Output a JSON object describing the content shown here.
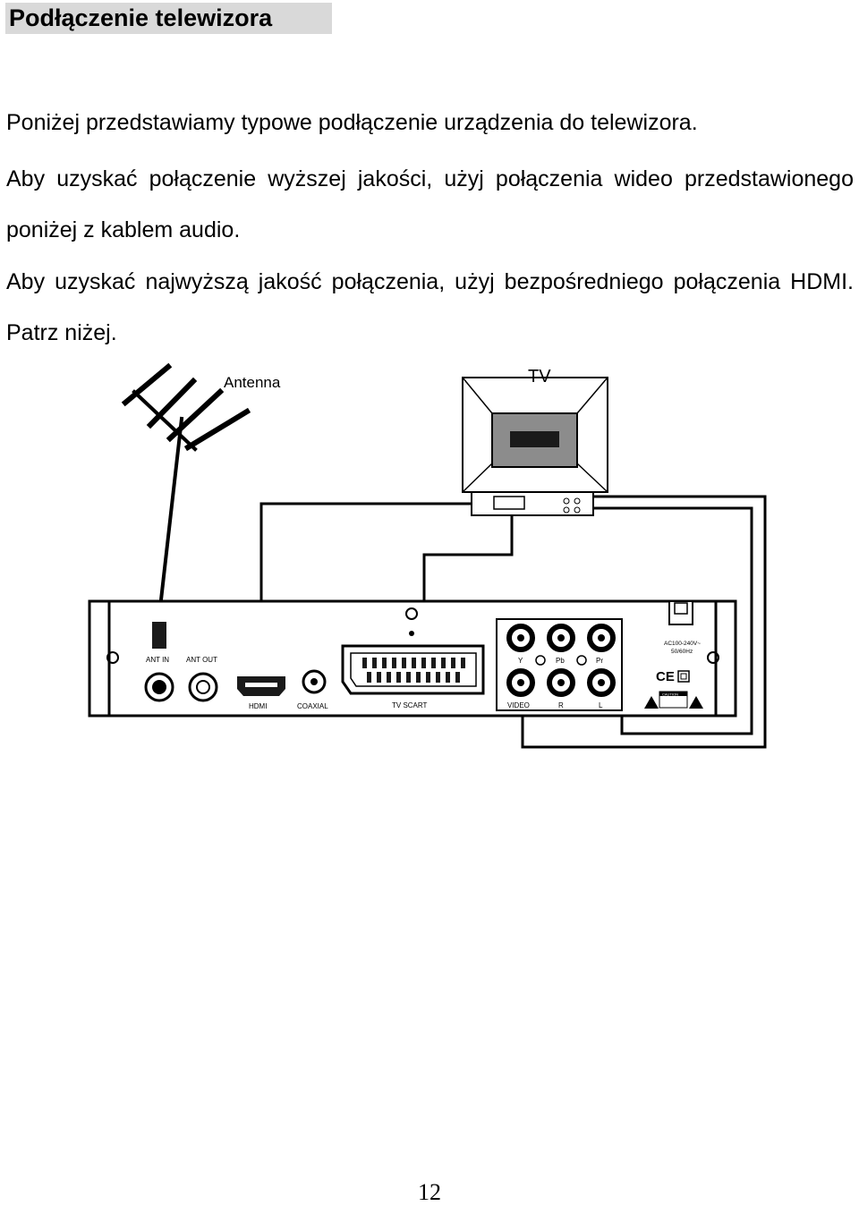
{
  "heading": "Podłączenie telewizora",
  "paragraphs": [
    "Poniżej przedstawiamy typowe podłączenie urządzenia do telewizora.",
    "Aby uzyskać połączenie wyższej jakości, użyj połączenia wideo przedstawionego poniżej z kablem audio.",
    "Aby uzyskać najwyższą jakość połączenia, użyj bezpośredniego połączenia HDMI. Patrz niżej."
  ],
  "diagram": {
    "antenna_label": "Antenna",
    "tv_label": "TV",
    "ports": {
      "ant_in": "ANT IN",
      "ant_out": "ANT OUT",
      "hdmi": "HDMI",
      "coaxial": "COAXIAL",
      "tv_scart": "TV SCART",
      "y": "Y",
      "pb": "Pb",
      "pr": "Pr",
      "video": "VIDEO",
      "r": "R",
      "l": "L"
    },
    "power_label_1": "AC100-240V~",
    "power_label_2": "50/60Hz",
    "ce_mark": "CE",
    "caution": "CAUTION"
  },
  "page_number": "12"
}
